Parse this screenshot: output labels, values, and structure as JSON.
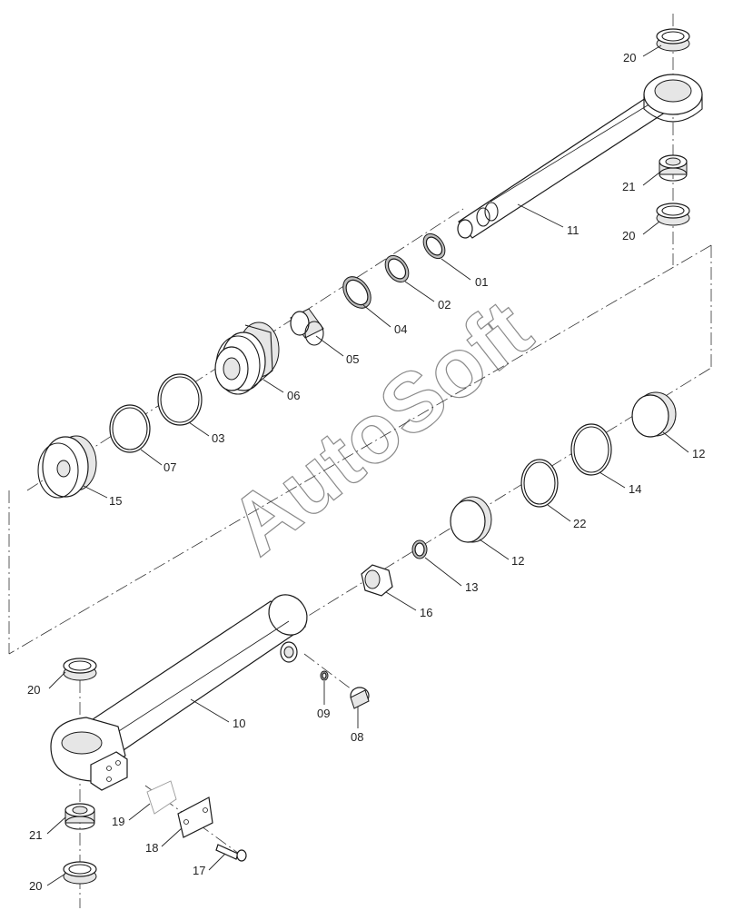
{
  "watermark": "AutoSoft",
  "callouts": {
    "c20_top": "20",
    "c21_top": "21",
    "c20_top2": "20",
    "c11": "11",
    "c01": "01",
    "c02": "02",
    "c04": "04",
    "c05": "05",
    "c06": "06",
    "c03": "03",
    "c07": "07",
    "c15": "15",
    "c12_right": "12",
    "c14": "14",
    "c22": "22",
    "c12_mid": "12",
    "c13": "13",
    "c16": "16",
    "c20_left": "20",
    "c09": "09",
    "c10": "10",
    "c08": "08",
    "c19": "19",
    "c21_left": "21",
    "c18": "18",
    "c20_bottom": "20",
    "c17": "17"
  }
}
